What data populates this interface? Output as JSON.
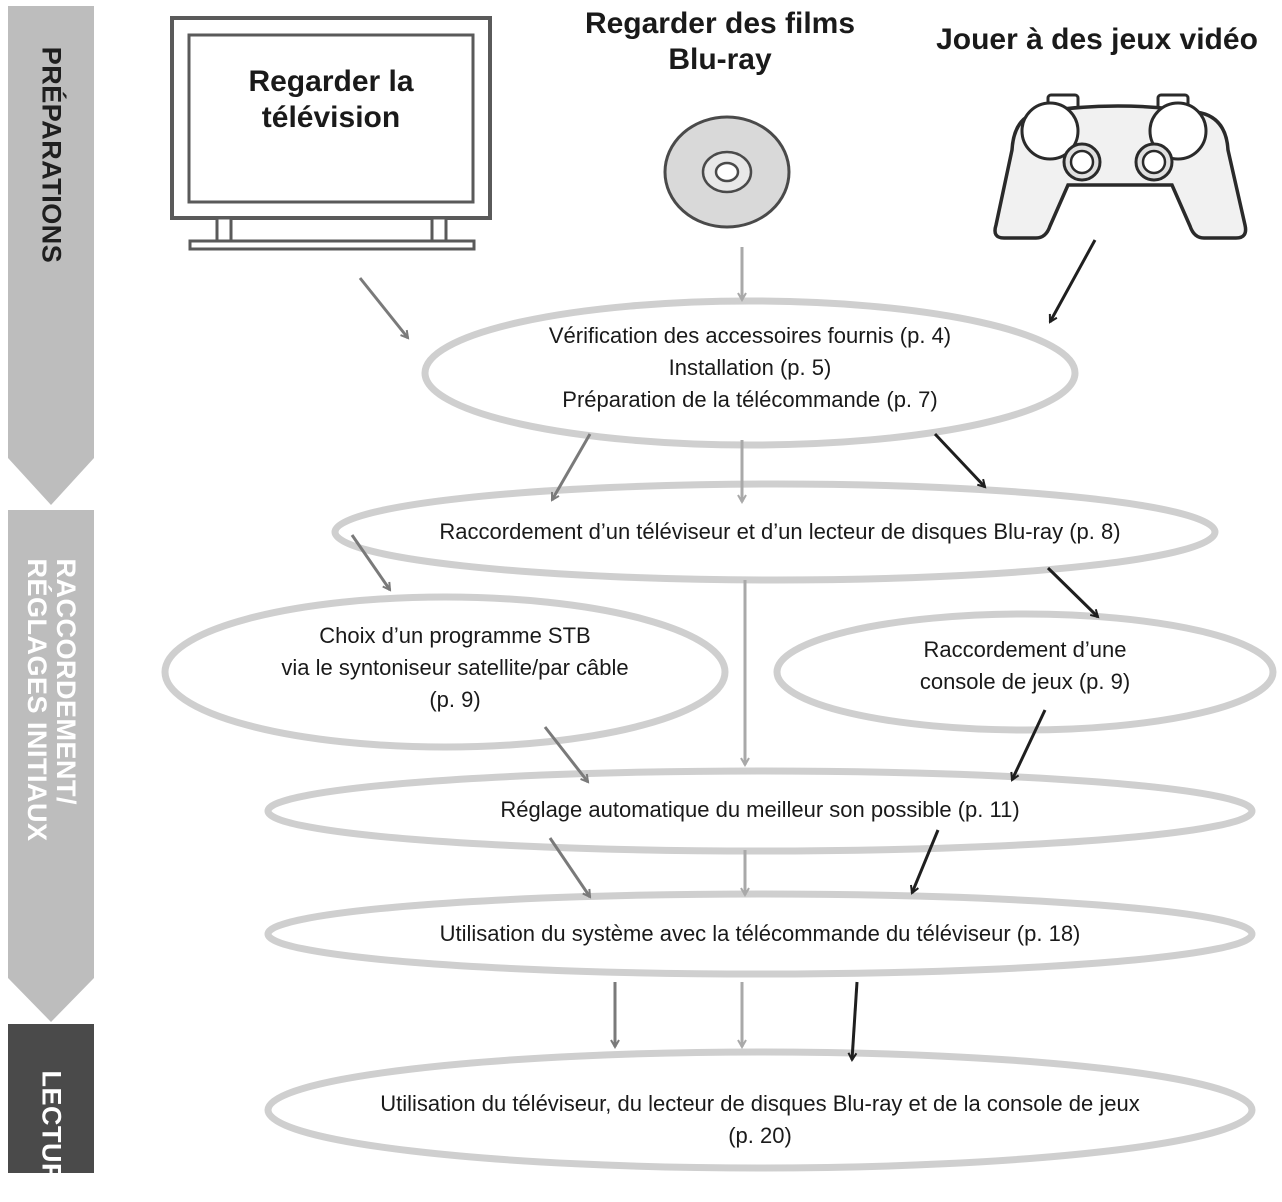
{
  "colors": {
    "band_light": "#bdbdbd",
    "band_dark": "#4a4a4a",
    "ellipse": "#cfcfcf",
    "arrow_light": "#a9a9a9",
    "arrow_mid": "#7a7a7a",
    "arrow_dark": "#1f1f1f"
  },
  "sidebar": {
    "preparations": "PRÉPARATIONS",
    "raccordement_line1": "RACCORDEMENT/",
    "raccordement_line2": "RÉGLAGES INITIAUX",
    "lecture": "LECTURE"
  },
  "header": {
    "tv": {
      "line1": "Regarder la",
      "line2": "télévision",
      "icon": "tv-icon"
    },
    "bluray": {
      "line1": "Regarder des films",
      "line2": "Blu-ray",
      "icon": "disc-icon"
    },
    "game": {
      "line1": "Jouer à des jeux vidéo",
      "icon": "gamepad-icon"
    }
  },
  "steps": {
    "preparation": {
      "line1": "Vérification des accessoires fournis (p. 4)",
      "line2": "Installation (p. 5)",
      "line3": "Préparation de la télécommande (p. 7)"
    },
    "raccordement_tv": {
      "line1": "Raccordement d’un téléviseur et d’un lecteur de disques Blu-ray (p. 8)"
    },
    "choix_stb": {
      "line1": "Choix d’un programme STB",
      "line2": "via le syntoniseur satellite/par câble",
      "line3": "(p. 9)"
    },
    "console": {
      "line1": "Raccordement d’une",
      "line2": "console de jeux (p. 9)"
    },
    "reglage_son": {
      "line1": "Réglage automatique du meilleur son possible (p. 11)"
    },
    "utilisation_telecommande": {
      "line1": "Utilisation du système avec la télécommande du téléviseur (p. 18)"
    },
    "utilisation_finale": {
      "line1": "Utilisation du téléviseur, du lecteur de disques Blu-ray et de la console de jeux",
      "line2": "(p. 20)"
    }
  }
}
